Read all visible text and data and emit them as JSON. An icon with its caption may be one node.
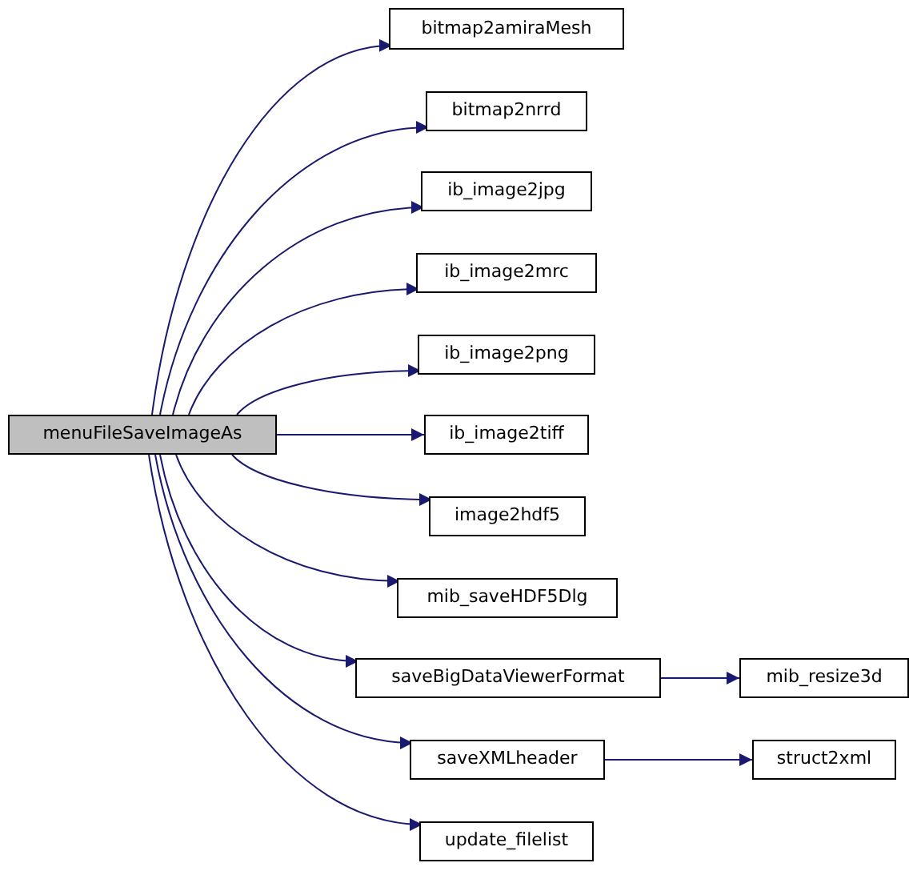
{
  "diagram": {
    "nodes": [
      {
        "text": [
          "menuFileSaveImageAs"
        ]
      },
      {
        "text": [
          "bitmap2amiraMesh"
        ]
      },
      {
        "text": [
          "bitmap2nrrd"
        ]
      },
      {
        "text": [
          "ib_image2jpg"
        ]
      },
      {
        "text": [
          "ib_image2mrc"
        ]
      },
      {
        "text": [
          "ib_image2png"
        ]
      },
      {
        "text": [
          "ib_image2tiff"
        ]
      },
      {
        "text": [
          "image2hdf5"
        ]
      },
      {
        "text": [
          "mib_saveHDF5Dlg"
        ]
      },
      {
        "text": [
          "saveBigDataViewerFormat"
        ]
      },
      {
        "text": [
          "mib_resize3d"
        ]
      },
      {
        "text": [
          "saveXMLheader"
        ]
      },
      {
        "text": [
          "struct2xml"
        ]
      },
      {
        "text": [
          "update_filelist"
        ]
      }
    ],
    "edges": [
      {
        "from": 0,
        "to": 1,
        "arrow": "to"
      },
      {
        "from": 0,
        "to": 2,
        "arrow": "to"
      },
      {
        "from": 0,
        "to": 3,
        "arrow": "to"
      },
      {
        "from": 0,
        "to": 4,
        "arrow": "to"
      },
      {
        "from": 0,
        "to": 5,
        "arrow": "to"
      },
      {
        "from": 0,
        "to": 6,
        "arrow": "to"
      },
      {
        "from": 0,
        "to": 7,
        "arrow": "to"
      },
      {
        "from": 0,
        "to": 8,
        "arrow": "to"
      },
      {
        "from": 0,
        "to": 9,
        "arrow": "to"
      },
      {
        "from": 0,
        "to": 11,
        "arrow": "to"
      },
      {
        "from": 0,
        "to": 13,
        "arrow": "to"
      },
      {
        "from": 9,
        "to": 10,
        "arrow": "to"
      },
      {
        "from": 11,
        "to": 12,
        "arrow": "to"
      }
    ]
  }
}
